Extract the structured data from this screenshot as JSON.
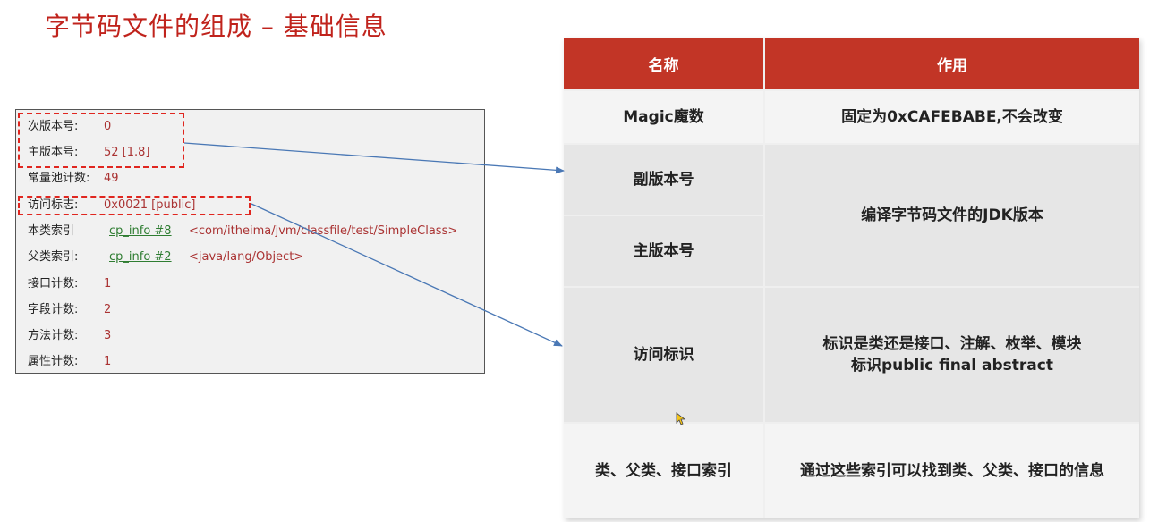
{
  "title": "字节码文件的组成 – 基础信息",
  "info_panel": {
    "rows": [
      {
        "label": "次版本号:",
        "value": "0"
      },
      {
        "label": "主版本号:",
        "value": "52 [1.8]"
      },
      {
        "label": "常量池计数:",
        "value": "49"
      },
      {
        "label": "访问标志:",
        "value": "0x0021 [public]"
      },
      {
        "label": "本类索引",
        "link": "cp_info #8",
        "desc": "<com/itheima/jvm/classfile/test/SimpleClass>"
      },
      {
        "label": "父类索引:",
        "link": "cp_info #2",
        "desc": "<java/lang/Object>"
      },
      {
        "label": "接口计数:",
        "value": "1"
      },
      {
        "label": "字段计数:",
        "value": "2"
      },
      {
        "label": "方法计数:",
        "value": "3"
      },
      {
        "label": "属性计数:",
        "value": "1"
      }
    ]
  },
  "table": {
    "headers": [
      "名称",
      "作用"
    ],
    "rows": [
      {
        "name": "Magic魔数",
        "desc": "固定为0xCAFEBABE,不会改变"
      },
      {
        "name": "副版本号",
        "desc": "编译字节码文件的JDK版本"
      },
      {
        "name": "主版本号"
      },
      {
        "name": "访问标识",
        "desc_lines": [
          "标识是类还是接口、注解、枚举、模块",
          "标识public final abstract"
        ]
      },
      {
        "name": "类、父类、接口索引",
        "desc": "通过这些索引可以找到类、父类、接口的信息"
      }
    ]
  },
  "colors": {
    "title": "#c0231c",
    "header_bg": "#c23526",
    "highlight_dash": "#e0261f",
    "link": "#2f7d32",
    "value": "#aa3333",
    "arrow": "#4a78b5"
  }
}
